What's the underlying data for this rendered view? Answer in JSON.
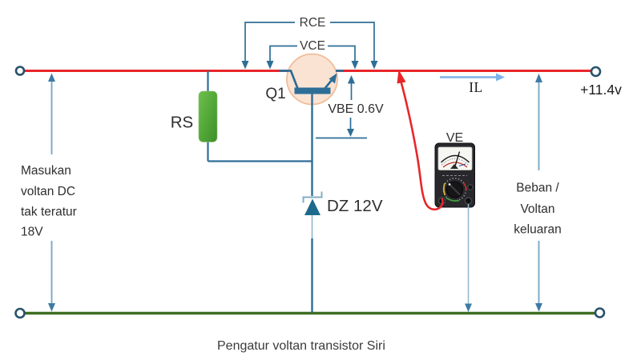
{
  "caption": "Pengatur voltan transistor Siri",
  "labels": {
    "rce": "RCE",
    "vce": "VCE",
    "q1": "Q1",
    "vbe": "VBE 0.6V",
    "rs": "RS",
    "dz": "DZ 12V",
    "ve": "VE",
    "il": "IL",
    "output_voltage": "+11.4v"
  },
  "input_note": {
    "line1": "Masukan",
    "line2": "voltan DC",
    "line3": "tak teratur",
    "line4": "18V"
  },
  "output_note": {
    "line1": "Beban /",
    "line2": "Voltan",
    "line3": "keluaran"
  },
  "colors": {
    "wire_red": "#e8262a",
    "wire_green": "#3d6e20",
    "circuit_line": "#2e6e96",
    "arrow_head": "#3e7ba3",
    "arrow_shaft": "#7aa7c7",
    "il_arrow": "#7db3e8",
    "resistor_green_light": "#66bb44",
    "resistor_green_dark": "#3e8e2a",
    "transistor_fill": "#fbe3d4",
    "transistor_stroke": "#f0bd98",
    "zener_fill": "#1d6a8d",
    "probe_red": "#e8262a"
  }
}
